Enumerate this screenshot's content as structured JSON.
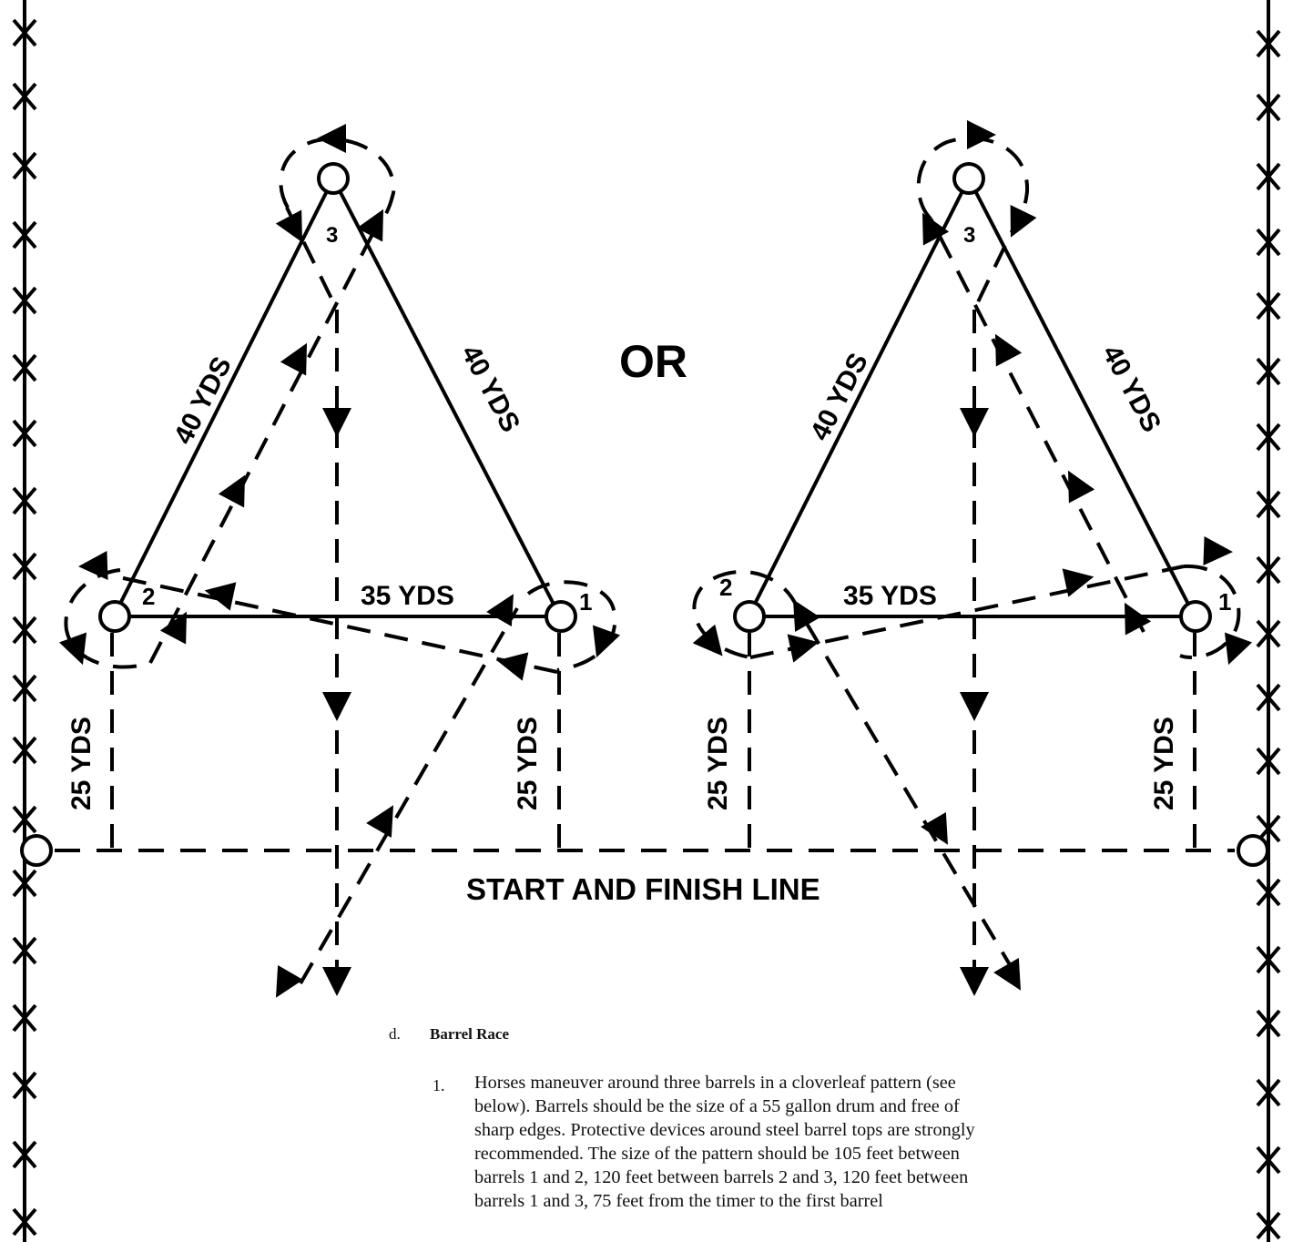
{
  "diagram": {
    "connector_word": "OR",
    "barrel_labels": [
      "1",
      "2",
      "3"
    ],
    "distances": {
      "side_1_to_3": "40 YDS",
      "side_2_to_3": "40 YDS",
      "side_1_to_2": "35 YDS",
      "barrel_to_line": "25 YDS"
    },
    "line_label": "START AND FINISH LINE"
  },
  "text": {
    "section_letter": "d.",
    "section_title": "Barrel Race",
    "item_number": "1.",
    "item_body": "Horses maneuver around three barrels in a cloverleaf pattern (see below). Barrels should be the size of a 55 gallon drum and free of sharp edges. Protective devices around steel barrel tops are strongly recommended. The size of the pattern should be 105 feet between barrels 1 and 2, 120 feet between barrels 2 and 3, 120 feet between barrels 1 and 3, 75 feet from the timer to the first barrel"
  },
  "colors": {
    "ink": "#000000",
    "paper": "#ffffff"
  }
}
